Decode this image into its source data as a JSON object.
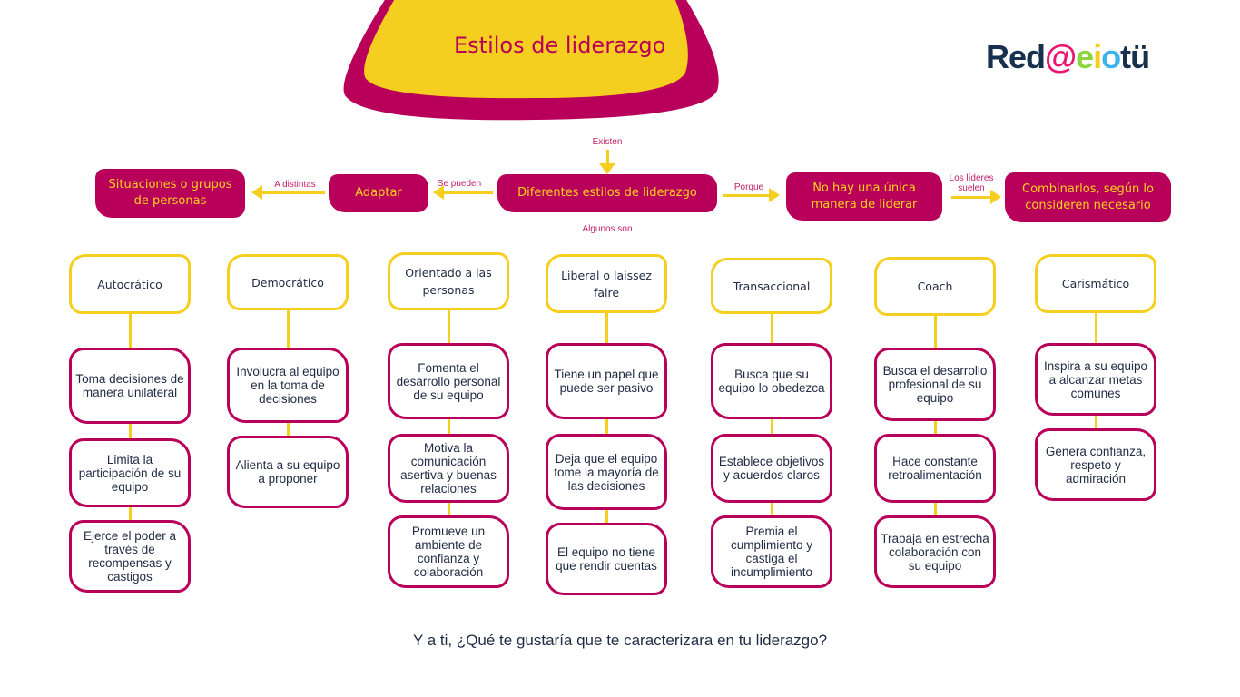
{
  "title": "Estilos de liderazgo",
  "logo": {
    "text": "Red@eiotü"
  },
  "flow": {
    "existen": "Existen",
    "center": "Diferentes estilos de liderazgo",
    "se_pueden": "Se pueden",
    "adaptar": "Adaptar",
    "a_distintas": "A distintas",
    "situaciones": "Situaciones o grupos de personas",
    "porque": "Porque",
    "no_hay": "No hay una única manera de liderar",
    "los_lideres_suelen": "Los líderes suelen",
    "combinarlos": "Combinarlos, según lo consideren necesario",
    "algunos_son": "Algunos son"
  },
  "styles": [
    {
      "name": "Autocrático",
      "items": [
        "Toma decisiones de manera unilateral",
        "Limita la participación de su equipo",
        "Ejerce el poder a través de recompensas y castigos"
      ]
    },
    {
      "name": "Democrático",
      "items": [
        "Involucra al equipo en la toma de decisiones",
        "Alienta a su equipo a proponer"
      ]
    },
    {
      "name": "Orientado a las personas",
      "items": [
        "Fomenta el desarrollo personal de su equipo",
        "Motiva la comunicación asertiva y buenas relaciones",
        "Promueve un ambiente de confianza y colaboración"
      ]
    },
    {
      "name": "Liberal o laissez faire",
      "items": [
        "Tiene un papel que puede ser pasivo",
        "Deja que el equipo tome la mayoría de las decisiones",
        "El equipo no tiene que rendir cuentas"
      ]
    },
    {
      "name": "Transaccional",
      "items": [
        "Busca que su equipo lo obedezca",
        "Establece objetivos y acuerdos claros",
        "Premia el cumplimiento y castiga el incumplimiento"
      ]
    },
    {
      "name": "Coach",
      "items": [
        "Busca el desarrollo profesional de su equipo",
        "Hace constante retroalimentación",
        "Trabaja en estrecha colaboración con su equipo"
      ]
    },
    {
      "name": "Carismático",
      "items": [
        "Inspira a su equipo a alcanzar metas comunes",
        "Genera confianza, respeto y admiración"
      ]
    }
  ],
  "question": "Y  a ti, ¿Qué te gustaría que te caracterizara en tu liderazgo?",
  "colors": {
    "magenta": "#b8005a",
    "yellow": "#f5cf1f",
    "navy": "#1f2a44"
  }
}
